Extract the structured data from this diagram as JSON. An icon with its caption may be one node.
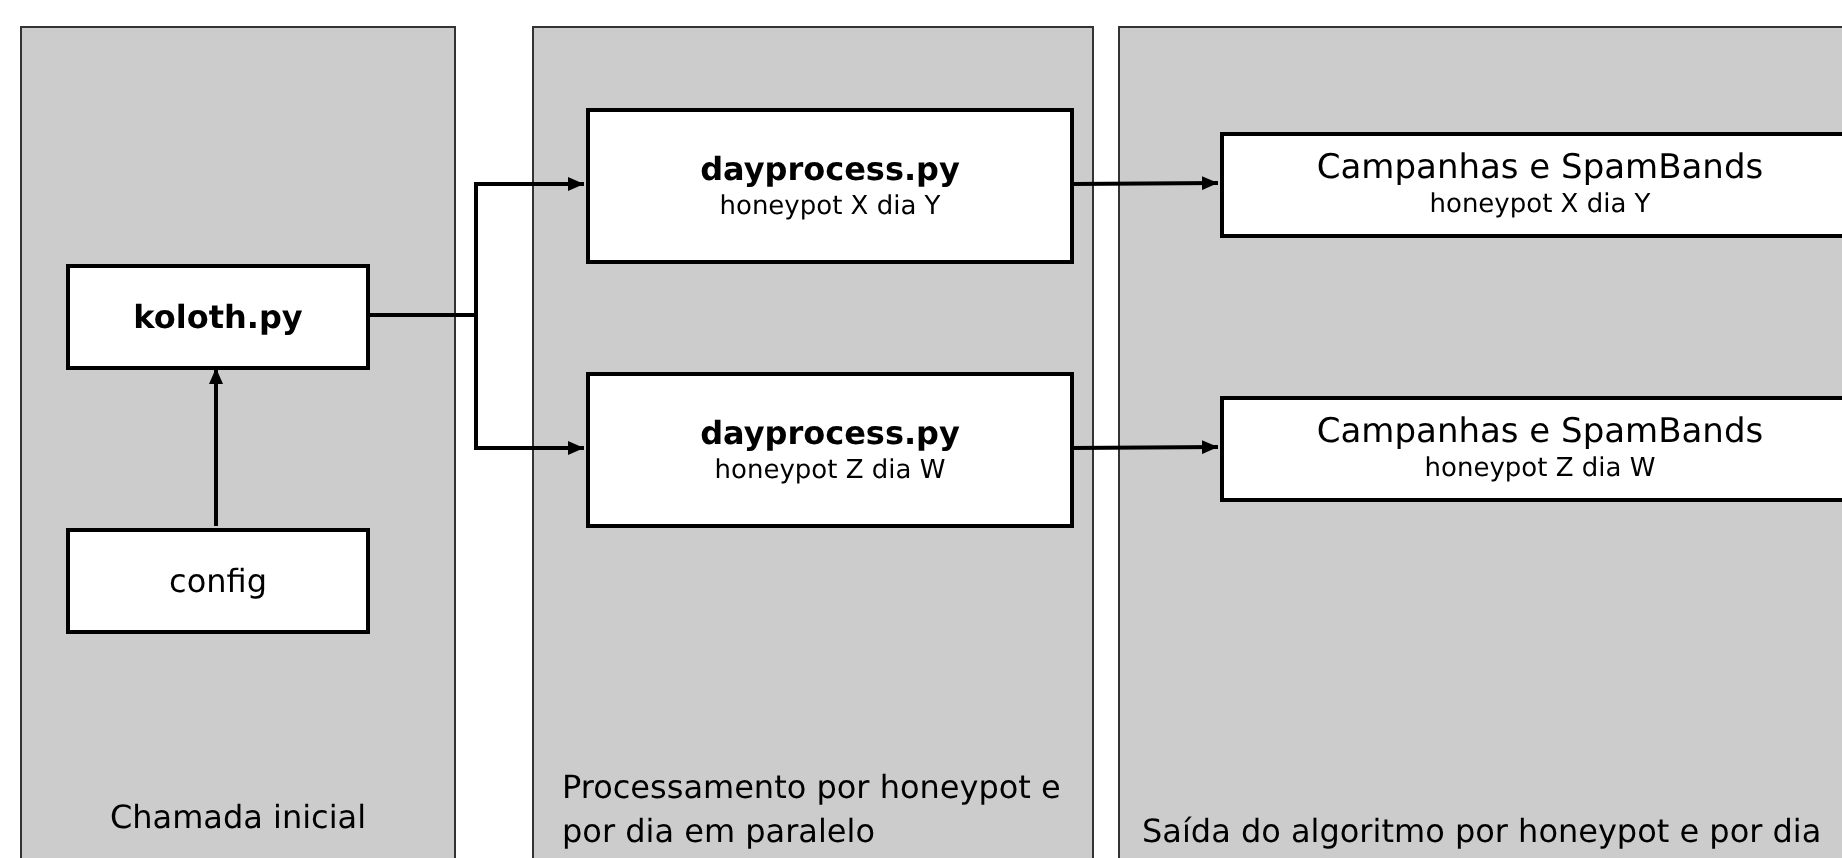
{
  "diagram": {
    "nodes": [
      {
        "text": [
          "Chamada inicial"
        ]
      },
      {
        "text": [
          "koloth.py"
        ],
        "in": 0
      },
      {
        "text": [
          "config"
        ],
        "in": 0
      },
      {
        "text": [
          "Processamento por honeypot e por dia em paralelo"
        ]
      },
      {
        "text": [
          "dayprocess.py",
          "honeypot X dia Y"
        ],
        "in": 3
      },
      {
        "text": [
          "dayprocess.py",
          "honeypot Z dia W"
        ],
        "in": 3
      },
      {
        "text": [
          "Saída do algoritmo por honeypot e por dia"
        ]
      },
      {
        "text": [
          "Campanhas e SpamBands",
          "honeypot X dia Y"
        ],
        "in": 6
      },
      {
        "text": [
          "Campanhas e SpamBands",
          "honeypot Z dia W"
        ],
        "in": 6
      }
    ],
    "edges": [
      {
        "from": 2,
        "to": 1,
        "arrow": "to"
      },
      {
        "from": 1,
        "to": 4,
        "arrow": "to"
      },
      {
        "from": 1,
        "to": 5,
        "arrow": "to"
      },
      {
        "from": 4,
        "to": 7,
        "arrow": "to"
      },
      {
        "from": 5,
        "to": 8,
        "arrow": "to"
      }
    ]
  }
}
